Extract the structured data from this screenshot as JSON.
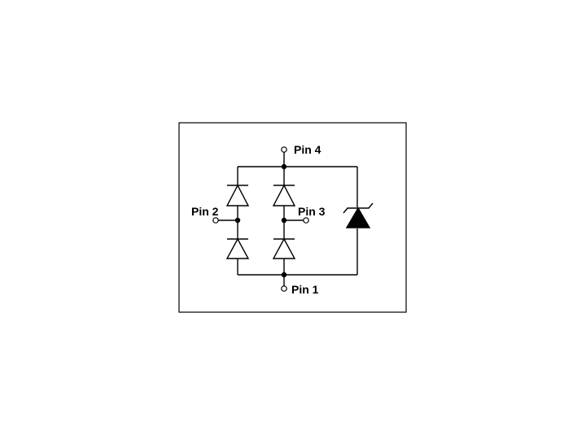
{
  "diagram": {
    "type": "circuit-schematic",
    "pins": {
      "pin1": "Pin 1",
      "pin2": "Pin 2",
      "pin3": "Pin 3",
      "pin4": "Pin 4"
    },
    "components": [
      {
        "kind": "diode",
        "between": [
          "Pin 2",
          "Pin 4"
        ]
      },
      {
        "kind": "diode",
        "between": [
          "Pin 1",
          "Pin 2"
        ]
      },
      {
        "kind": "diode",
        "between": [
          "Pin 3",
          "Pin 4"
        ]
      },
      {
        "kind": "diode",
        "between": [
          "Pin 1",
          "Pin 3"
        ]
      },
      {
        "kind": "tvs-zener-diode",
        "between": [
          "Pin 1",
          "Pin 4"
        ]
      }
    ]
  }
}
